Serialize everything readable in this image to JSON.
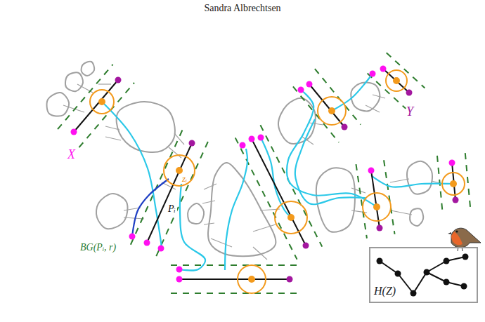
{
  "diagram": {
    "nodes": [
      {
        "text": [
          "H(Z)"
        ]
      }
    ],
    "labels": [
      "Sandra Albrechtsen",
      "X",
      "Y",
      "zᵢ",
      "Pᵢ",
      "BG(Pᵢ, r)"
    ]
  }
}
